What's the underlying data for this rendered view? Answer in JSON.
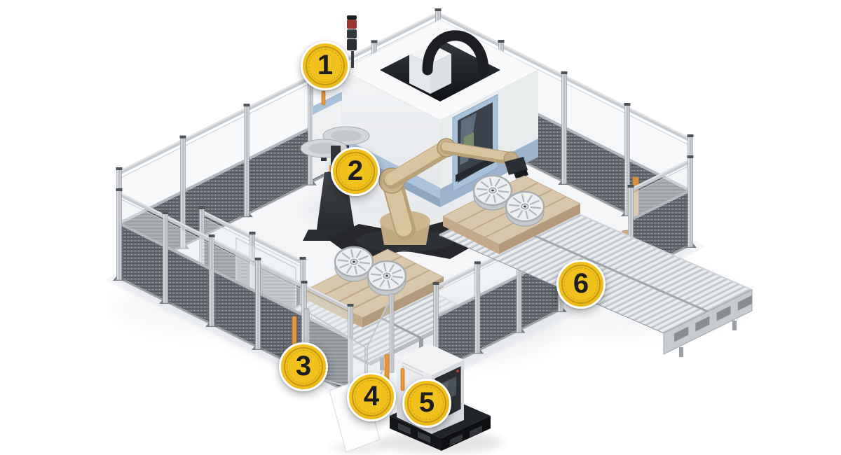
{
  "scene_description": "Isometric illustration of a fenced robotic machine-tending cell with six numbered callout markers",
  "callouts": [
    {
      "number": "1"
    },
    {
      "number": "2"
    },
    {
      "number": "3"
    },
    {
      "number": "4"
    },
    {
      "number": "5"
    },
    {
      "number": "6"
    }
  ],
  "colors": {
    "badge_fill": "#F1C11D",
    "badge_ring": "#967408",
    "badge_text": "#1D1D1B",
    "badge_border": "#FFFFFF",
    "robot_beige": "#D6C09C",
    "machine_blue_accent": "#A9C2DC",
    "light_curtain_orange": "#E8983A",
    "signal_lamp_red": "#9C3732",
    "fence_mesh_gray": "#8B9198",
    "aluminum_profile": "#C2C7CC",
    "pallet_wood": "#D9C7AB",
    "background": "#FFFFFF"
  }
}
